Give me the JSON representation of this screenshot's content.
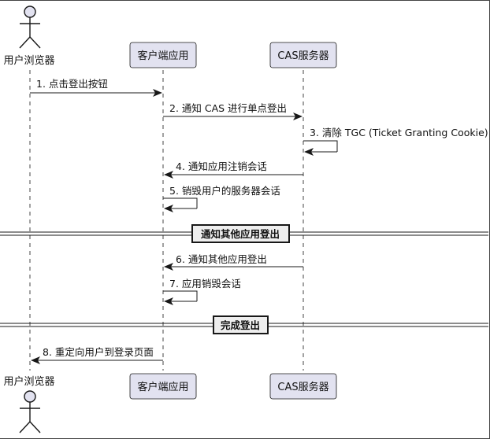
{
  "participants": {
    "browser": {
      "label": "用户浏览器",
      "type": "actor"
    },
    "app": {
      "label": "客户端应用",
      "type": "participant"
    },
    "cas": {
      "label": "CAS服务器",
      "type": "participant"
    }
  },
  "messages": [
    {
      "label": "1. 点击登出按钮",
      "from": "browser",
      "to": "app"
    },
    {
      "label": "2. 通知 CAS 进行单点登出",
      "from": "app",
      "to": "cas"
    },
    {
      "label": "3. 清除 TGC (Ticket Granting Cookie)",
      "from": "cas",
      "to": "cas"
    },
    {
      "label": "4. 通知应用注销会话",
      "from": "cas",
      "to": "app"
    },
    {
      "label": "5. 销毁用户的服务器会话",
      "from": "app",
      "to": "app"
    },
    {
      "label": "6. 通知其他应用登出",
      "from": "cas",
      "to": "app"
    },
    {
      "label": "7. 应用销毁会话",
      "from": "app",
      "to": "app"
    },
    {
      "label": "8. 重定向用户到登录页面",
      "from": "app",
      "to": "browser"
    }
  ],
  "dividers": [
    {
      "label": "通知其他应用登出"
    },
    {
      "label": "完成登出"
    }
  ],
  "colors": {
    "participant_fill": "#e2e2f0",
    "participant_border": "#181818",
    "lifeline": "#181818",
    "arrow": "#181818"
  }
}
